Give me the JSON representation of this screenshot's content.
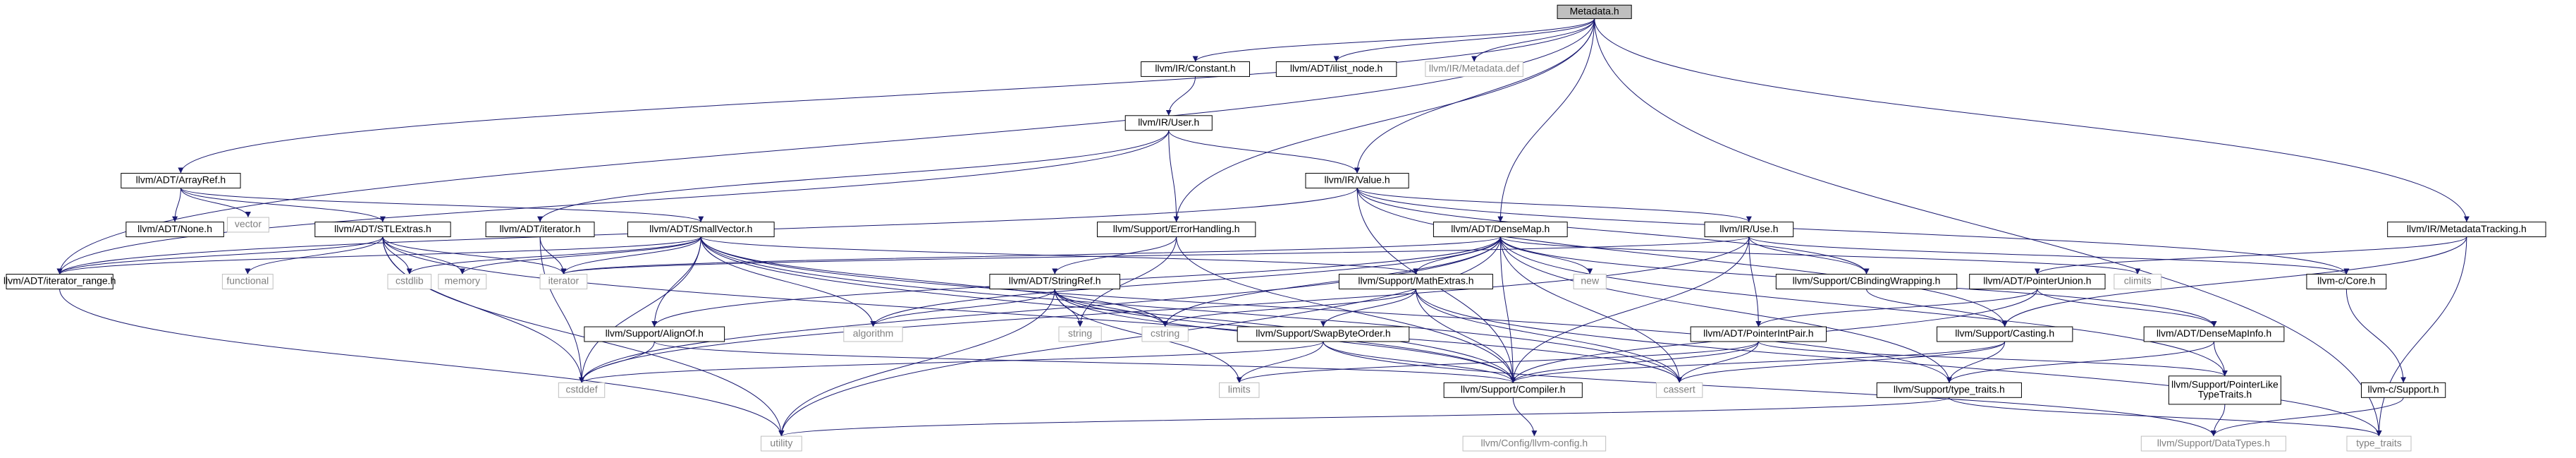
{
  "title": "Metadata.h",
  "colors": {
    "edge": "#191970",
    "root_fill": "#bfbfbf",
    "box_stroke": "#000000",
    "external_text": "#808080",
    "external_stroke": "#bfbfbf"
  },
  "nodes": [
    {
      "id": "metadata_h",
      "label": "Metadata.h",
      "kind": "root"
    },
    {
      "id": "ir_constant",
      "label": "llvm/IR/Constant.h",
      "kind": "file"
    },
    {
      "id": "adt_ilist_node",
      "label": "llvm/ADT/ilist_node.h",
      "kind": "file"
    },
    {
      "id": "ir_metadata_def",
      "label": "llvm/IR/Metadata.def",
      "kind": "external"
    },
    {
      "id": "ir_user",
      "label": "llvm/IR/User.h",
      "kind": "file"
    },
    {
      "id": "adt_arrayref",
      "label": "llvm/ADT/ArrayRef.h",
      "kind": "file"
    },
    {
      "id": "vector",
      "label": "vector",
      "kind": "external"
    },
    {
      "id": "ir_value",
      "label": "llvm/IR/Value.h",
      "kind": "file"
    },
    {
      "id": "adt_none",
      "label": "llvm/ADT/None.h",
      "kind": "file"
    },
    {
      "id": "adt_stlextras",
      "label": "llvm/ADT/STLExtras.h",
      "kind": "file"
    },
    {
      "id": "adt_iterator",
      "label": "llvm/ADT/iterator.h",
      "kind": "file"
    },
    {
      "id": "adt_smallvector",
      "label": "llvm/ADT/SmallVector.h",
      "kind": "file"
    },
    {
      "id": "support_errorhandling",
      "label": "llvm/Support/ErrorHandling.h",
      "kind": "file"
    },
    {
      "id": "adt_densemap",
      "label": "llvm/ADT/DenseMap.h",
      "kind": "file"
    },
    {
      "id": "ir_use",
      "label": "llvm/IR/Use.h",
      "kind": "file"
    },
    {
      "id": "ir_metadatatracking",
      "label": "llvm/IR/MetadataTracking.h",
      "kind": "file"
    },
    {
      "id": "adt_iterator_range",
      "label": "llvm/ADT/iterator_range.h",
      "kind": "file"
    },
    {
      "id": "functional",
      "label": "functional",
      "kind": "external"
    },
    {
      "id": "cstdlib",
      "label": "cstdlib",
      "kind": "external"
    },
    {
      "id": "memory",
      "label": "memory",
      "kind": "external"
    },
    {
      "id": "iterator",
      "label": "iterator",
      "kind": "external"
    },
    {
      "id": "adt_stringref",
      "label": "llvm/ADT/StringRef.h",
      "kind": "file"
    },
    {
      "id": "support_mathextras",
      "label": "llvm/Support/MathExtras.h",
      "kind": "file"
    },
    {
      "id": "new",
      "label": "new",
      "kind": "external"
    },
    {
      "id": "climits",
      "label": "climits",
      "kind": "external"
    },
    {
      "id": "support_cbindingwrapping",
      "label": "llvm/Support/CBindingWrapping.h",
      "kind": "file"
    },
    {
      "id": "adt_pointerunion",
      "label": "llvm/ADT/PointerUnion.h",
      "kind": "file"
    },
    {
      "id": "llvm_c_core",
      "label": "llvm-c/Core.h",
      "kind": "file"
    },
    {
      "id": "algorithm",
      "label": "algorithm",
      "kind": "external"
    },
    {
      "id": "string",
      "label": "string",
      "kind": "external"
    },
    {
      "id": "cstring",
      "label": "cstring",
      "kind": "external"
    },
    {
      "id": "support_alignof",
      "label": "llvm/Support/AlignOf.h",
      "kind": "file"
    },
    {
      "id": "support_swapbyteorder",
      "label": "llvm/Support/SwapByteOrder.h",
      "kind": "file"
    },
    {
      "id": "support_casting",
      "label": "llvm/Support/Casting.h",
      "kind": "file"
    },
    {
      "id": "adt_pointerintpair",
      "label": "llvm/ADT/PointerIntPair.h",
      "kind": "file"
    },
    {
      "id": "adt_densemapinfo",
      "label": "llvm/ADT/DenseMapInfo.h",
      "kind": "file"
    },
    {
      "id": "llvm_c_support",
      "label": "llvm-c/Support.h",
      "kind": "file"
    },
    {
      "id": "cstddef",
      "label": "cstddef",
      "kind": "external"
    },
    {
      "id": "limits",
      "label": "limits",
      "kind": "external"
    },
    {
      "id": "support_compiler",
      "label": "llvm/Support/Compiler.h",
      "kind": "file"
    },
    {
      "id": "cassert",
      "label": "cassert",
      "kind": "external"
    },
    {
      "id": "support_type_traits",
      "label": "llvm/Support/type_traits.h",
      "kind": "file"
    },
    {
      "id": "support_pointerliketypetraits",
      "label": "llvm/Support/PointerLike\nTypeTraits.h",
      "kind": "file"
    },
    {
      "id": "utility",
      "label": "utility",
      "kind": "external"
    },
    {
      "id": "config_llvm_config",
      "label": "llvm/Config/llvm-config.h",
      "kind": "external"
    },
    {
      "id": "support_datatypes",
      "label": "llvm/Support/DataTypes.h",
      "kind": "external"
    },
    {
      "id": "type_traits",
      "label": "type_traits",
      "kind": "external"
    }
  ],
  "edges": [
    [
      "metadata_h",
      "ir_constant"
    ],
    [
      "metadata_h",
      "adt_ilist_node"
    ],
    [
      "metadata_h",
      "ir_metadata_def"
    ],
    [
      "metadata_h",
      "adt_arrayref"
    ],
    [
      "metadata_h",
      "ir_value"
    ],
    [
      "metadata_h",
      "support_errorhandling"
    ],
    [
      "metadata_h",
      "adt_densemap"
    ],
    [
      "metadata_h",
      "ir_metadatatracking"
    ],
    [
      "metadata_h",
      "adt_iterator_range"
    ],
    [
      "metadata_h",
      "type_traits"
    ],
    [
      "ir_constant",
      "ir_user"
    ],
    [
      "ir_user",
      "ir_value"
    ],
    [
      "ir_user",
      "adt_iterator"
    ],
    [
      "ir_user",
      "support_errorhandling"
    ],
    [
      "ir_user",
      "adt_iterator_range"
    ],
    [
      "adt_arrayref",
      "vector"
    ],
    [
      "adt_arrayref",
      "adt_none"
    ],
    [
      "adt_arrayref",
      "adt_stlextras"
    ],
    [
      "adt_arrayref",
      "adt_smallvector"
    ],
    [
      "ir_value",
      "ir_use"
    ],
    [
      "ir_value",
      "llvm_c_core"
    ],
    [
      "ir_value",
      "support_cbindingwrapping"
    ],
    [
      "ir_value",
      "adt_iterator_range"
    ],
    [
      "ir_value",
      "support_casting"
    ],
    [
      "ir_value",
      "support_compiler"
    ],
    [
      "adt_stlextras",
      "functional"
    ],
    [
      "adt_stlextras",
      "cstdlib"
    ],
    [
      "adt_stlextras",
      "memory"
    ],
    [
      "adt_stlextras",
      "iterator"
    ],
    [
      "adt_stlextras",
      "adt_iterator_range"
    ],
    [
      "adt_stlextras",
      "support_compiler"
    ],
    [
      "adt_stlextras",
      "cstddef"
    ],
    [
      "adt_stlextras",
      "utility"
    ],
    [
      "adt_iterator",
      "iterator"
    ],
    [
      "adt_iterator",
      "cstddef"
    ],
    [
      "adt_smallvector",
      "adt_iterator_range"
    ],
    [
      "adt_smallvector",
      "support_alignof"
    ],
    [
      "adt_smallvector",
      "support_compiler"
    ],
    [
      "adt_smallvector",
      "support_mathextras"
    ],
    [
      "adt_smallvector",
      "support_type_traits"
    ],
    [
      "adt_smallvector",
      "algorithm"
    ],
    [
      "adt_smallvector",
      "cassert"
    ],
    [
      "adt_smallvector",
      "cstddef"
    ],
    [
      "adt_smallvector",
      "cstdlib"
    ],
    [
      "adt_smallvector",
      "cstring"
    ],
    [
      "adt_smallvector",
      "iterator"
    ],
    [
      "adt_smallvector",
      "memory"
    ],
    [
      "support_errorhandling",
      "adt_stringref"
    ],
    [
      "support_errorhandling",
      "support_compiler"
    ],
    [
      "support_errorhandling",
      "string"
    ],
    [
      "adt_densemap",
      "adt_densemapinfo"
    ],
    [
      "adt_densemap",
      "support_alignof"
    ],
    [
      "adt_densemap",
      "support_compiler"
    ],
    [
      "adt_densemap",
      "support_mathextras"
    ],
    [
      "adt_densemap",
      "support_pointerliketypetraits"
    ],
    [
      "adt_densemap",
      "support_type_traits"
    ],
    [
      "adt_densemap",
      "algorithm"
    ],
    [
      "adt_densemap",
      "cassert"
    ],
    [
      "adt_densemap",
      "climits"
    ],
    [
      "adt_densemap",
      "cstddef"
    ],
    [
      "adt_densemap",
      "cstring"
    ],
    [
      "adt_densemap",
      "iterator"
    ],
    [
      "adt_densemap",
      "new"
    ],
    [
      "adt_densemap",
      "utility"
    ],
    [
      "ir_use",
      "adt_pointerintpair"
    ],
    [
      "ir_use",
      "support_cbindingwrapping"
    ],
    [
      "ir_use",
      "support_compiler"
    ],
    [
      "ir_use",
      "llvm_c_core"
    ],
    [
      "ir_use",
      "cstddef"
    ],
    [
      "ir_use",
      "iterator"
    ],
    [
      "ir_metadatatracking",
      "adt_pointerunion"
    ],
    [
      "ir_metadatatracking",
      "support_casting"
    ],
    [
      "ir_metadatatracking",
      "type_traits"
    ],
    [
      "adt_iterator_range",
      "utility"
    ],
    [
      "adt_stringref",
      "algorithm"
    ],
    [
      "adt_stringref",
      "cassert"
    ],
    [
      "adt_stringref",
      "cstring"
    ],
    [
      "adt_stringref",
      "limits"
    ],
    [
      "adt_stringref",
      "string"
    ],
    [
      "adt_stringref",
      "utility"
    ],
    [
      "adt_stringref",
      "support_compiler"
    ],
    [
      "support_mathextras",
      "support_compiler"
    ],
    [
      "support_mathextras",
      "support_swapbyteorder"
    ],
    [
      "support_mathextras",
      "cassert"
    ],
    [
      "support_mathextras",
      "cstring"
    ],
    [
      "support_mathextras",
      "type_traits"
    ],
    [
      "support_cbindingwrapping",
      "support_casting"
    ],
    [
      "adt_pointerunion",
      "adt_densemapinfo"
    ],
    [
      "adt_pointerunion",
      "adt_pointerintpair"
    ],
    [
      "adt_pointerunion",
      "support_compiler"
    ],
    [
      "llvm_c_core",
      "llvm_c_support"
    ],
    [
      "support_alignof",
      "support_compiler"
    ],
    [
      "support_alignof",
      "cstddef"
    ],
    [
      "support_swapbyteorder",
      "support_compiler"
    ],
    [
      "support_swapbyteorder",
      "support_datatypes"
    ],
    [
      "support_swapbyteorder",
      "cstddef"
    ],
    [
      "support_swapbyteorder",
      "limits"
    ],
    [
      "support_casting",
      "support_compiler"
    ],
    [
      "support_casting",
      "support_type_traits"
    ],
    [
      "support_casting",
      "cassert"
    ],
    [
      "adt_pointerintpair",
      "support_pointerliketypetraits"
    ],
    [
      "adt_pointerintpair",
      "support_compiler"
    ],
    [
      "adt_pointerintpair",
      "cassert"
    ],
    [
      "adt_pointerintpair",
      "limits"
    ],
    [
      "adt_densemapinfo",
      "support_pointerliketypetraits"
    ],
    [
      "adt_densemapinfo",
      "support_type_traits"
    ],
    [
      "llvm_c_support",
      "support_datatypes"
    ],
    [
      "support_compiler",
      "config_llvm_config"
    ],
    [
      "support_type_traits",
      "utility"
    ],
    [
      "support_type_traits",
      "type_traits"
    ],
    [
      "support_pointerliketypetraits",
      "support_datatypes"
    ]
  ]
}
